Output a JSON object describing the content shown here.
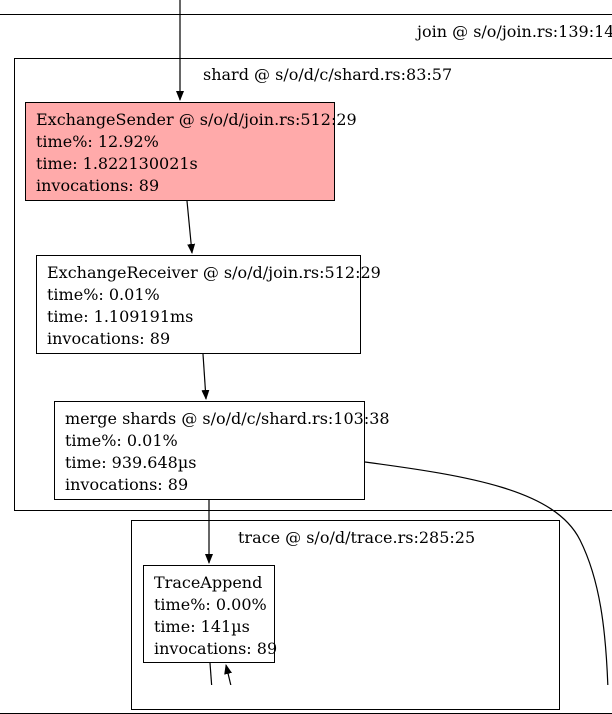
{
  "clusters": {
    "join": {
      "label": "join @ s/o/join.rs:139:14"
    },
    "shard": {
      "label": "shard @ s/o/d/c/shard.rs:83:57"
    },
    "trace": {
      "label": "trace @ s/o/d/trace.rs:285:25"
    }
  },
  "nodes": {
    "exchange_sender": {
      "title": "ExchangeSender @ s/o/d/join.rs:512:29",
      "time_pct": "time%: 12.92%",
      "time": "time: 1.822130021s",
      "invocations": "invocations: 89",
      "fill": "#ffaaaa"
    },
    "exchange_receiver": {
      "title": "ExchangeReceiver @ s/o/d/join.rs:512:29",
      "time_pct": "time%: 0.01%",
      "time": "time: 1.109191ms",
      "invocations": "invocations: 89",
      "fill": "#ffffff"
    },
    "merge_shards": {
      "title": "merge shards @ s/o/d/c/shard.rs:103:38",
      "time_pct": "time%: 0.01%",
      "time": "time: 939.648µs",
      "invocations": "invocations: 89",
      "fill": "#ffffff"
    },
    "trace_append": {
      "title": "TraceAppend",
      "time_pct": "time%: 0.00%",
      "time": "time: 141µs",
      "invocations": "invocations: 89",
      "fill": "#ffffff"
    }
  }
}
